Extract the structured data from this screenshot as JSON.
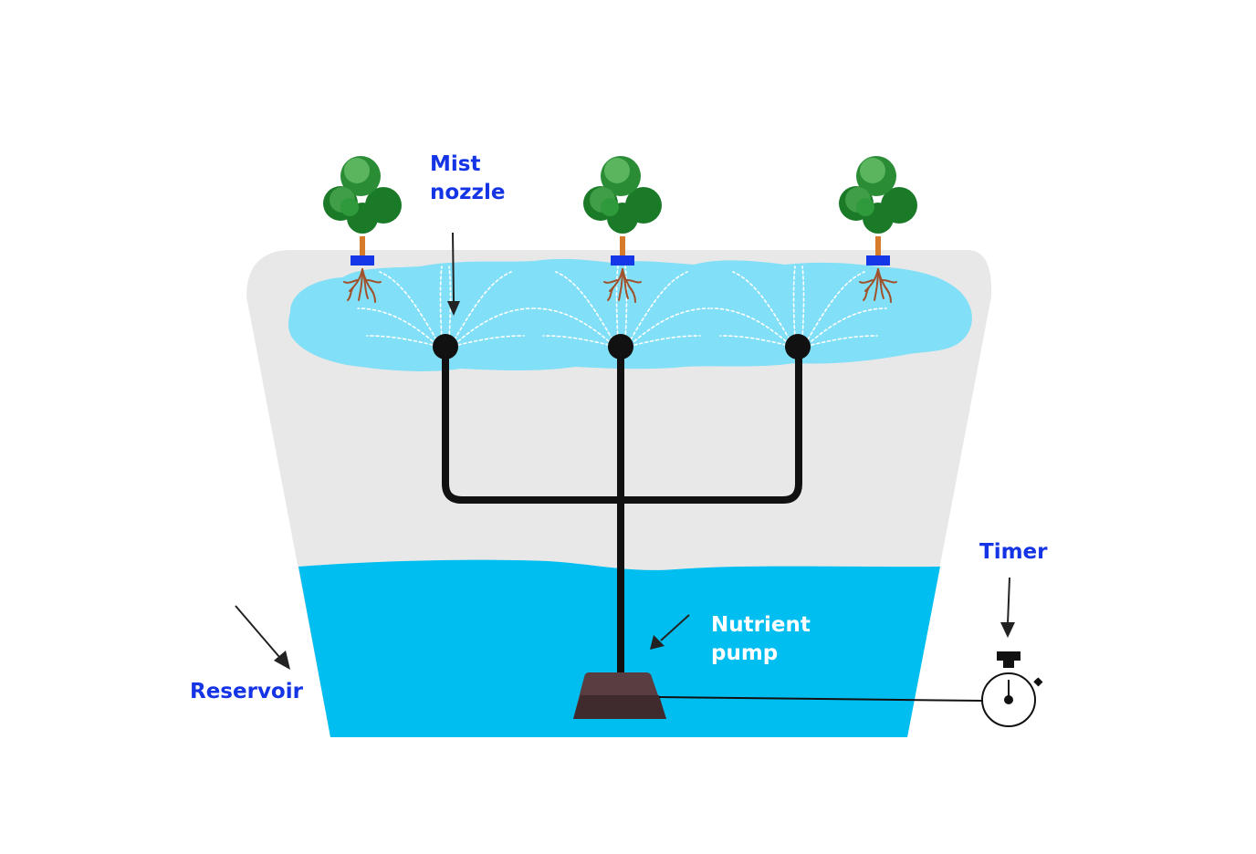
{
  "labels": {
    "mist_nozzle": [
      "Mist",
      "nozzle"
    ],
    "timer": "Timer",
    "nutrient_pump": [
      "Nutrient",
      "pump"
    ],
    "reservoir": "Reservoir"
  },
  "colors": {
    "label_blue": "#1434e6",
    "label_white": "#ffffff",
    "tank": "#e8e8e8",
    "mist": "#81dff7",
    "water": "#00bef0",
    "pipe": "#111111",
    "pump": "#5a3d40",
    "leaf_dark": "#1a7a28",
    "leaf_light": "#5bb55f",
    "trunk": "#d67b2a",
    "root": "#a0522d",
    "collar": "#1438e8"
  },
  "icons": [
    "plant-icon",
    "pump-icon",
    "timer-icon",
    "mist-nozzle-icon"
  ]
}
